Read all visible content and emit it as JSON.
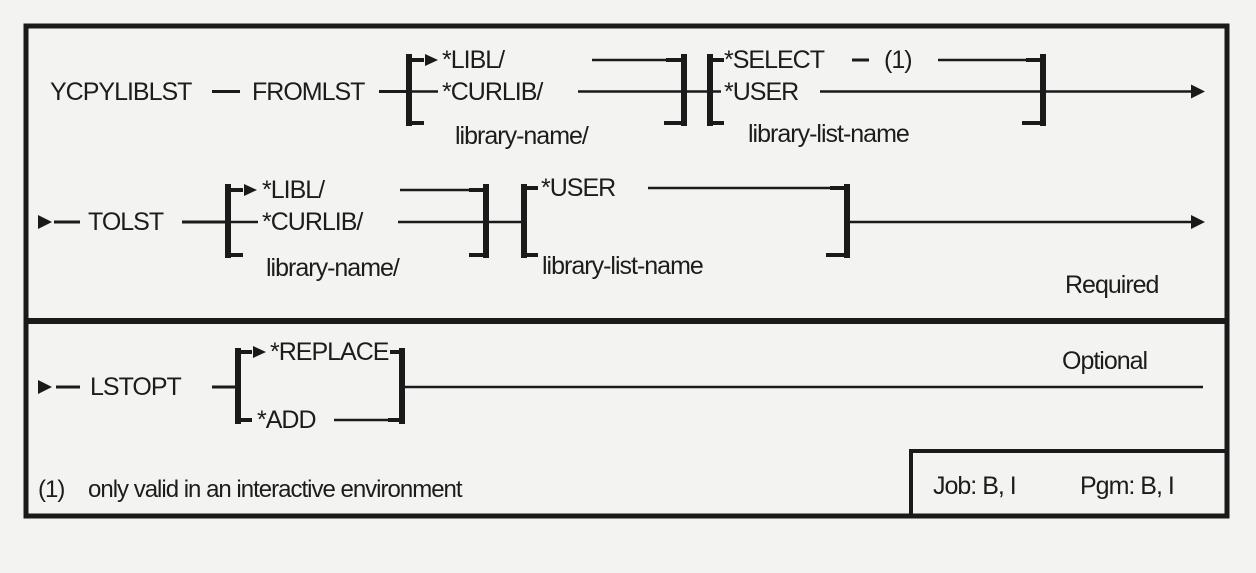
{
  "page": {
    "ink_color": "#1a1a1a",
    "background_color": "#f3f3f1",
    "box_fill": "#fdfdfc"
  },
  "rail1": {
    "command": "YCPYLIBLST",
    "param": "FROMLST",
    "group1": {
      "default_option": "*LIBL/",
      "option2": "*CURLIB/",
      "option3": "library-name/"
    },
    "group2": {
      "option1": "*SELECT",
      "footnote_ref": "(1)",
      "option2": "*USER",
      "option3": "library-list-name"
    }
  },
  "rail2": {
    "param": "TOLST",
    "group1": {
      "default_option": "*LIBL/",
      "option2": "*CURLIB/",
      "option3": "library-name/"
    },
    "group2": {
      "option1": "*USER",
      "option2": "library-list-name"
    }
  },
  "rail3": {
    "param": "LSTOPT",
    "group1": {
      "default_option": "*REPLACE",
      "option2": "*ADD"
    }
  },
  "labels": {
    "required": "Required",
    "optional": "Optional"
  },
  "footnote": {
    "ref": "(1)",
    "text": "only valid in an interactive environment"
  },
  "jobinfo": {
    "job": "Job: B, I",
    "pgm": "Pgm: B, I"
  }
}
